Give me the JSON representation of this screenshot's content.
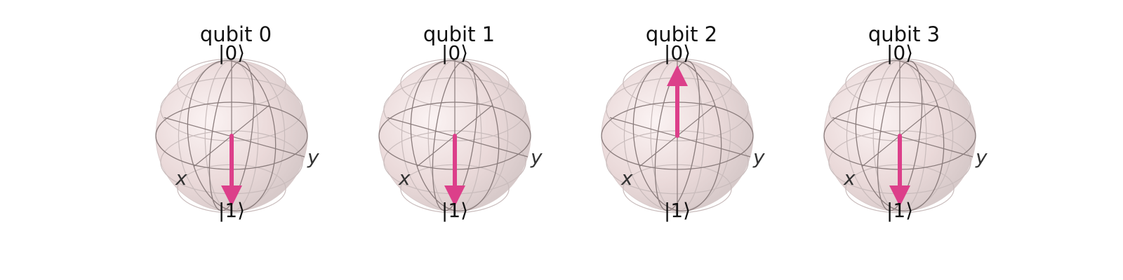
{
  "figure": {
    "vector_color": "#dc3f8a",
    "sphere_color": "#ead9d9",
    "wire_color": "#8a7c7c",
    "qubits": [
      {
        "title": "qubit 0",
        "ket0": "|0⟩",
        "ket1": "|1⟩",
        "x_label": "x",
        "y_label": "y",
        "state": "1",
        "bloch_vector": [
          0,
          0,
          -1
        ]
      },
      {
        "title": "qubit 1",
        "ket0": "|0⟩",
        "ket1": "|1⟩",
        "x_label": "x",
        "y_label": "y",
        "state": "1",
        "bloch_vector": [
          0,
          0,
          -1
        ]
      },
      {
        "title": "qubit 2",
        "ket0": "|0⟩",
        "ket1": "|1⟩",
        "x_label": "x",
        "y_label": "y",
        "state": "0",
        "bloch_vector": [
          0,
          0,
          1
        ]
      },
      {
        "title": "qubit 3",
        "ket0": "|0⟩",
        "ket1": "|1⟩",
        "x_label": "x",
        "y_label": "y",
        "state": "1",
        "bloch_vector": [
          0,
          0,
          -1
        ]
      }
    ]
  }
}
